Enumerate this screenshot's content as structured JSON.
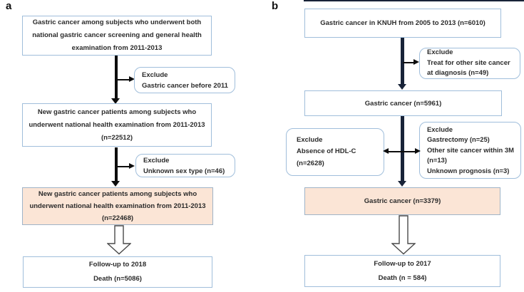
{
  "figure": {
    "panel_a_label": "a",
    "panel_b_label": "b"
  },
  "colors": {
    "box_border": "#a0bedb",
    "highlight_fill": "#fbe5d6",
    "highlight_border": "#9fb4c8",
    "arrow_a": "#0d0d0d",
    "arrow_b": "#182338"
  },
  "panel_a": {
    "box1_line1": "Gastric cancer among subjects who underwent both",
    "box1_line2": "national gastric cancer screening and general health",
    "box1_line3": "examination from 2011-2013",
    "exclude1_line1": "Exclude",
    "exclude1_line2": "Gastric cancer before 2011",
    "box2_line1": "New gastric cancer patients among subjects who",
    "box2_line2": "underwent national health examination from 2011-2013",
    "box2_line3": "(n=22512)",
    "exclude2_line1": "Exclude",
    "exclude2_line2": "Unknown sex type (n=46)",
    "box3_line1": "New gastric cancer patients among subjects who",
    "box3_line2": "underwent national health examination from 2011-2013",
    "box3_line3": "(n=22468)",
    "box4_line1": "Follow-up to 2018",
    "box4_line2": "Death (n=5086)"
  },
  "panel_b": {
    "box1_line1": "Gastric cancer in KNUH from 2005 to 2013 (n=6010)",
    "exclude1_line1": "Exclude",
    "exclude1_line2": "Treat for other site cancer",
    "exclude1_line3": "at diagnosis (n=49)",
    "box2_line1": "Gastric cancer (n=5961)",
    "exclude2_line1": "Exclude",
    "exclude2_line2": "Absence of HDL-C",
    "exclude2_line3": "(n=2628)",
    "exclude3_line1": "Exclude",
    "exclude3_line2": "Gastrectomy (n=25)",
    "exclude3_line3": "Other site cancer within 3M",
    "exclude3_line4": "(n=13)",
    "exclude3_line5": "Unknown prognosis (n=3)",
    "box3_line1": "Gastric cancer (n=3379)",
    "box4_line1": "Follow-up to 2017",
    "box4_line2": "Death (n = 584)"
  }
}
